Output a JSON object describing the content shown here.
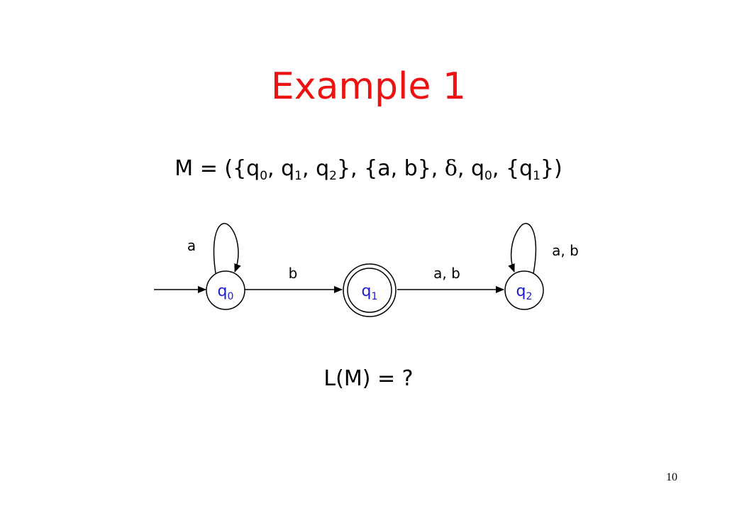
{
  "title": "Example 1",
  "definition": {
    "prefix": "M = ({",
    "states": [
      {
        "base": "q",
        "sub": "0"
      },
      {
        "base": "q",
        "sub": "1"
      },
      {
        "base": "q",
        "sub": "2"
      }
    ],
    "middle": "}, {a, b}, ",
    "delta": "δ",
    "start": {
      "base": "q",
      "sub": "0"
    },
    "accept": {
      "base": "q",
      "sub": "1"
    },
    "suffix": "})"
  },
  "diagram": {
    "states": [
      {
        "id": "q0",
        "base": "q",
        "sub": "0",
        "accepting": false,
        "initial": true
      },
      {
        "id": "q1",
        "base": "q",
        "sub": "1",
        "accepting": true,
        "initial": false
      },
      {
        "id": "q2",
        "base": "q",
        "sub": "2",
        "accepting": false,
        "initial": false
      }
    ],
    "transitions": [
      {
        "from": "q0",
        "to": "q0",
        "label": "a"
      },
      {
        "from": "q0",
        "to": "q1",
        "label": "b"
      },
      {
        "from": "q1",
        "to": "q2",
        "label": "a, b"
      },
      {
        "from": "q2",
        "to": "q2",
        "label": "a, b"
      }
    ]
  },
  "question": "L(M) = ?",
  "page_number": "10",
  "colors": {
    "title": "#ee1111",
    "state_label": "#1a1ad6",
    "line": "#000000",
    "text": "#000000"
  }
}
